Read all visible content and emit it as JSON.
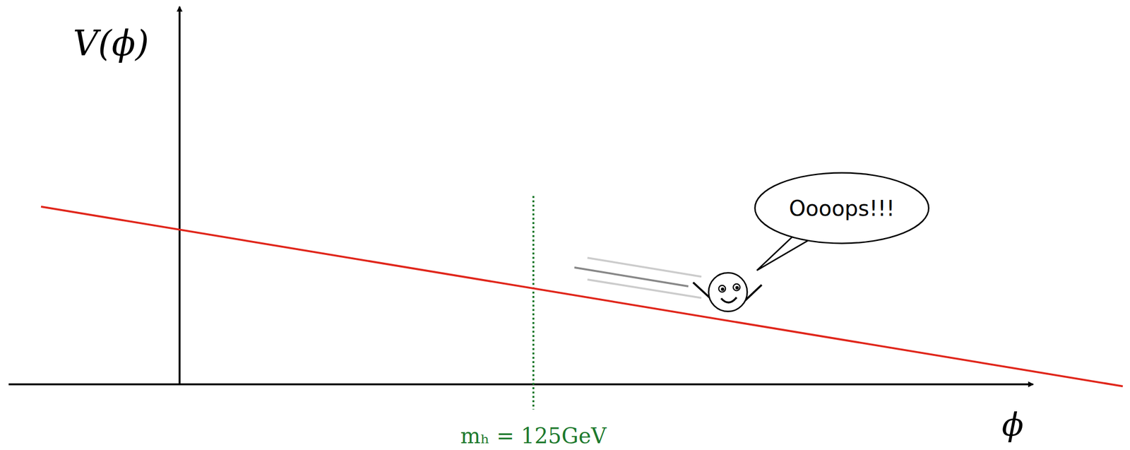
{
  "diagram": {
    "nodes": [
      {
        "text": [
          "Oooops!!!"
        ]
      }
    ],
    "labels": [
      "V(ϕ)",
      "ϕ",
      "mₕ = 125GeV"
    ]
  }
}
